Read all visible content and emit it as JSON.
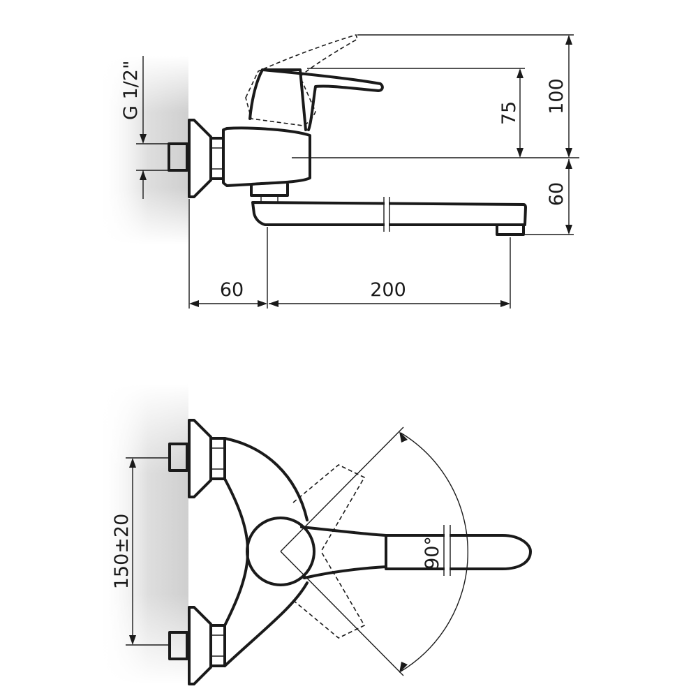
{
  "side_view": {
    "thread_label": "G 1/2\"",
    "dim_lever_height": "75",
    "dim_lever_max_height": "100",
    "dim_spout_height": "60",
    "dim_wall_to_spout": "60",
    "dim_spout_reach": "200"
  },
  "top_view": {
    "dim_connection_spacing": "150±20",
    "dim_rotation_angle": "90°"
  },
  "colors": {
    "line": "#1a1a1a",
    "wall_shadow": "#d9d9d9",
    "background": "#ffffff"
  }
}
